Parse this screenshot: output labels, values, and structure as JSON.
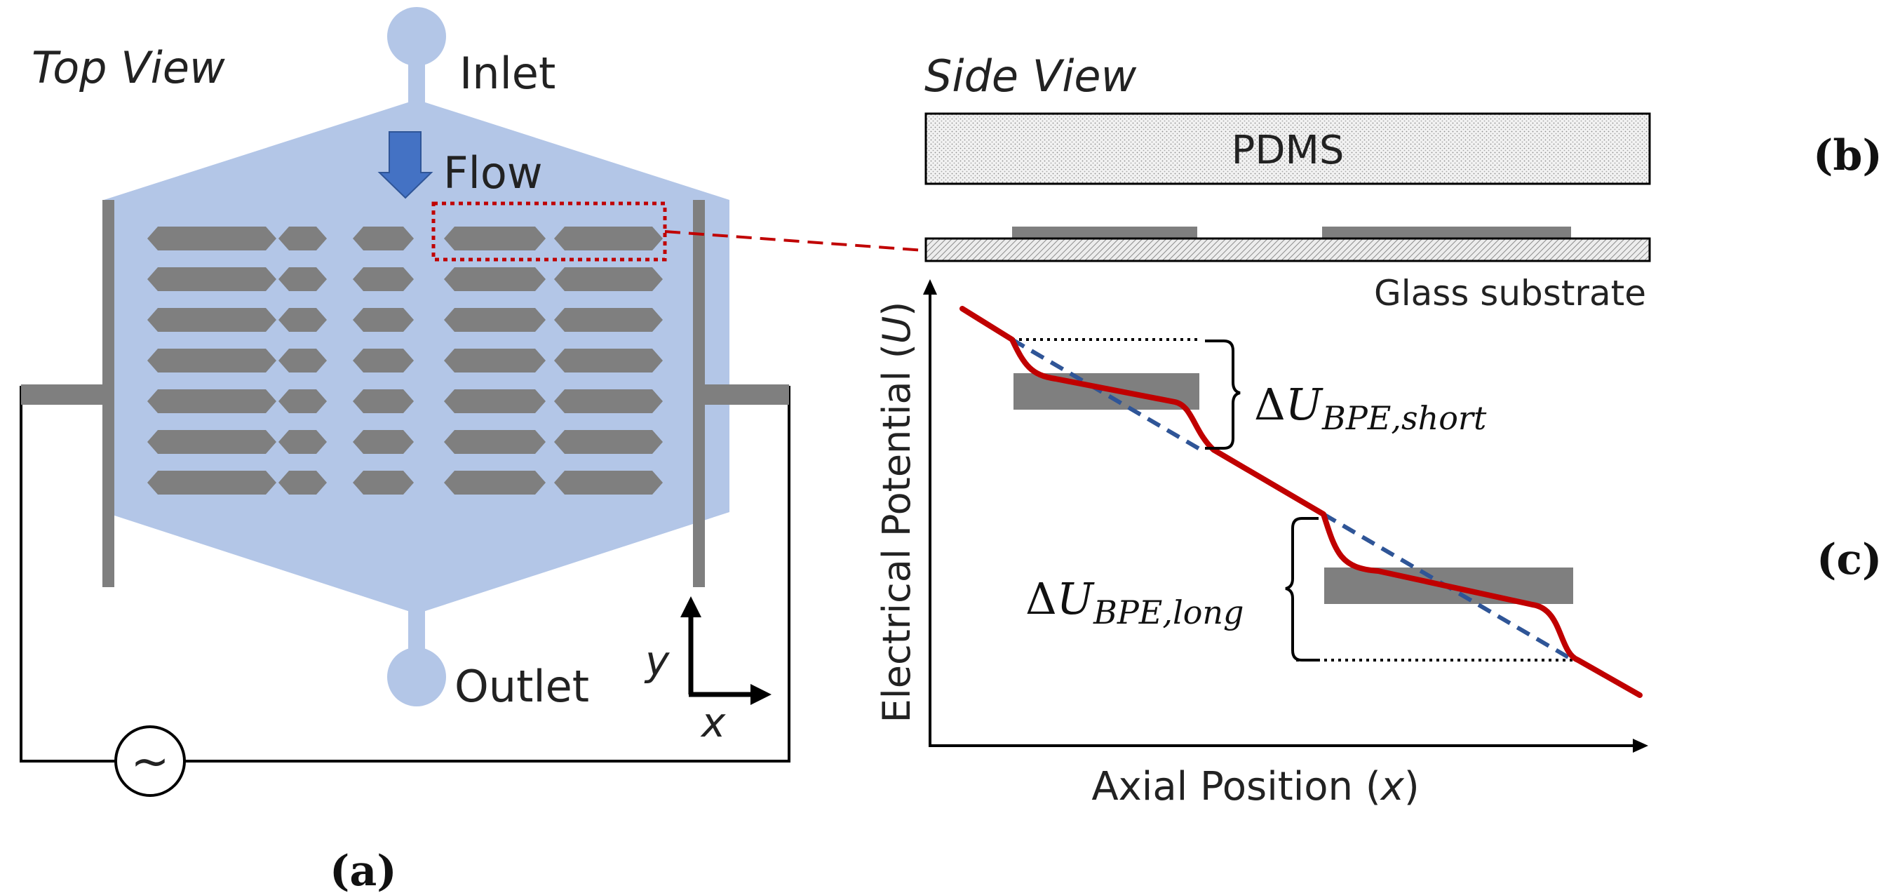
{
  "top_view": {
    "title": "Top View",
    "inlet": "Inlet",
    "outlet": "Outlet",
    "flow": "Flow",
    "axis_y": "y",
    "axis_x": "x",
    "ac_source_symbol": "~",
    "electrode_rows": 7,
    "electrode_columns": 5
  },
  "side_view": {
    "title": "Side View",
    "pdms": "PDMS",
    "substrate": "Glass substrate"
  },
  "plot": {
    "ylabel_main": "Electrical Potential (",
    "ylabel_var": "U",
    "ylabel_close": ")",
    "xlabel_main": "Axial Position (",
    "xlabel_var": "x",
    "xlabel_close": ")",
    "delta_short_symbol": "Δ",
    "delta_short_var": "U",
    "delta_short_sub": "BPE,short",
    "delta_long_symbol": "Δ",
    "delta_long_var": "U",
    "delta_long_sub": "BPE,long"
  },
  "panels": {
    "a": "(a)",
    "b": "(b)",
    "c": "(c)"
  },
  "colors": {
    "channel": "#b3c6e7",
    "electrode": "#7f7f7f",
    "potential_line": "#c00000",
    "linear_ref": "#2f5597",
    "flow_arrow": "#4472c4",
    "zoom_box": "#c00000"
  }
}
